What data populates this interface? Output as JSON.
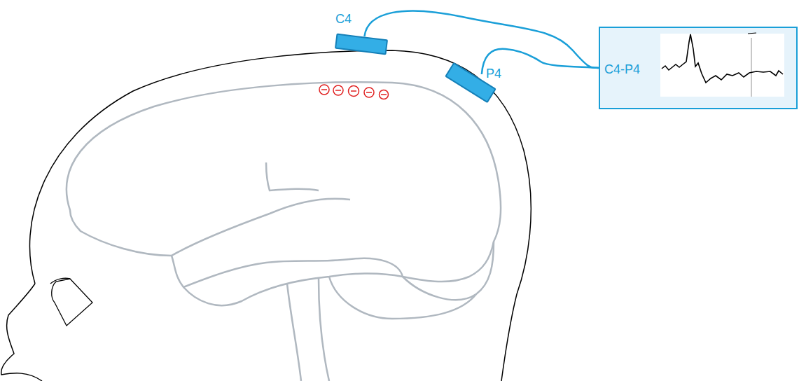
{
  "diagram": {
    "nodes": [
      {
        "text": [
          "C4"
        ]
      },
      {
        "text": [
          "P4"
        ]
      },
      {
        "text": [
          "C4-P4"
        ]
      }
    ],
    "edges": [
      {
        "from": 0,
        "to": 2,
        "arrow": "none"
      },
      {
        "from": 1,
        "to": 2,
        "arrow": "none"
      }
    ]
  }
}
